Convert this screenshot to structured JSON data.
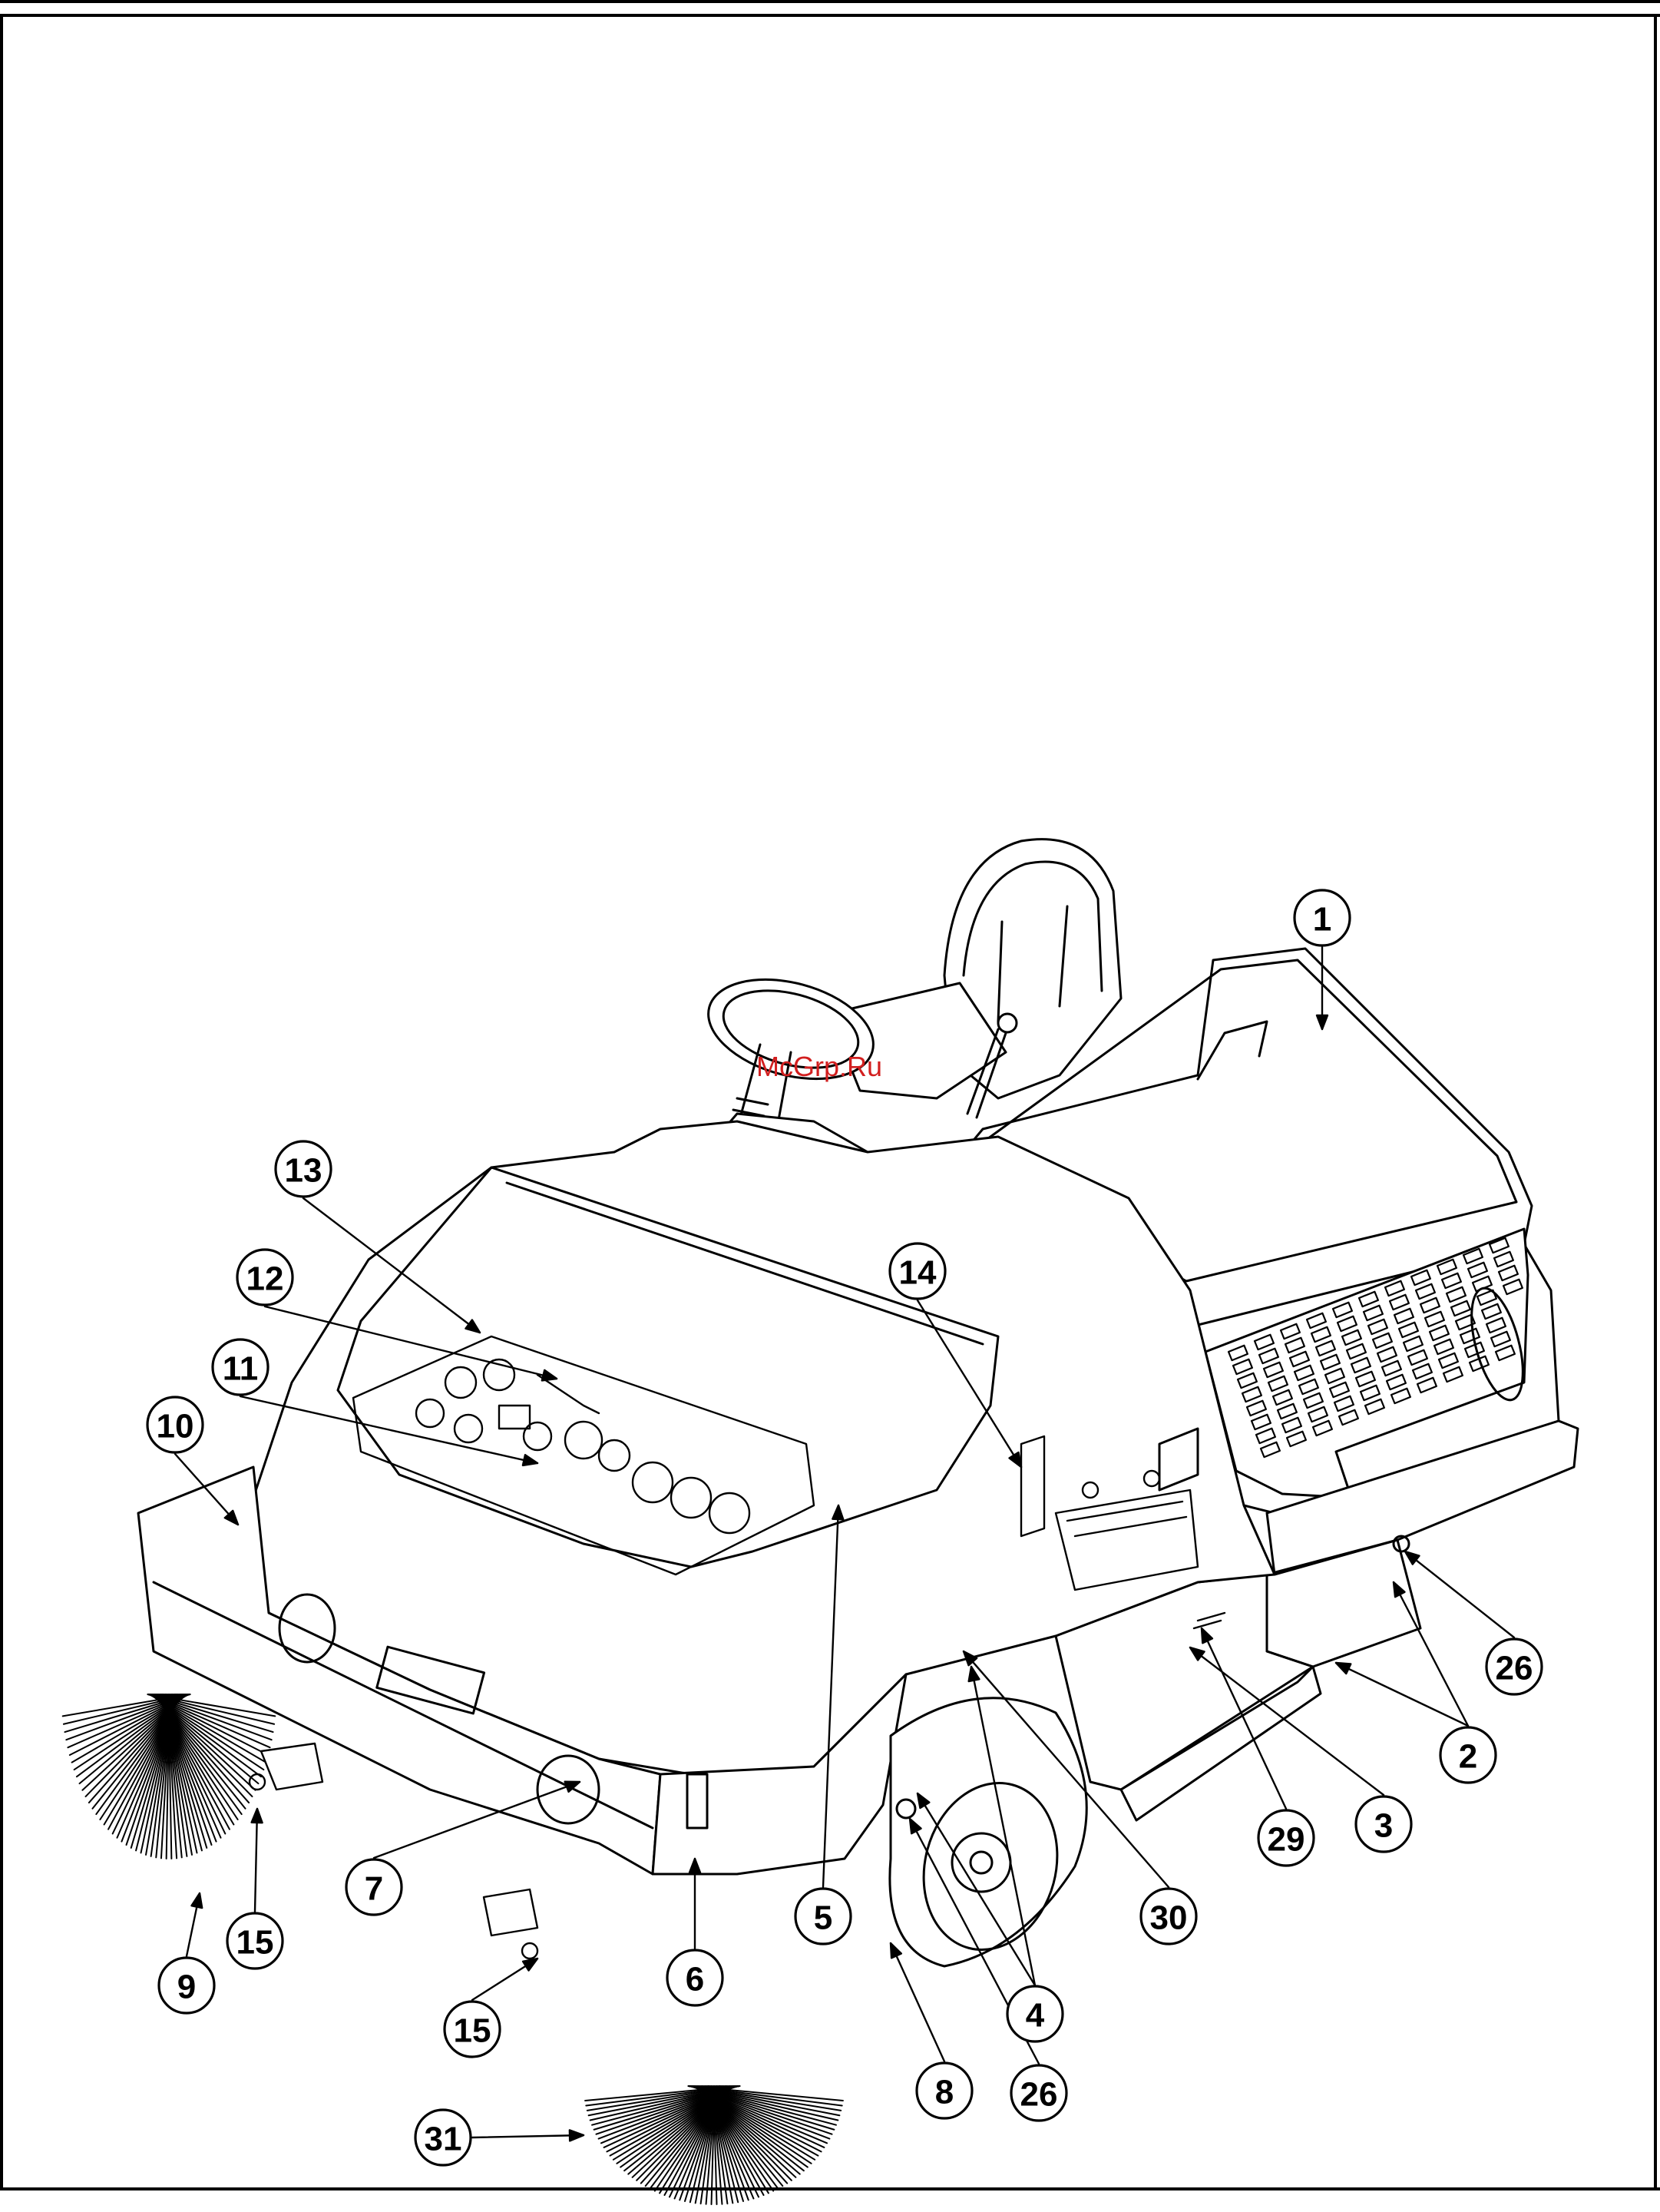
{
  "watermark": "McGrp.Ru",
  "callouts": [
    {
      "id": "c1",
      "label": "1"
    },
    {
      "id": "c2",
      "label": "2"
    },
    {
      "id": "c3",
      "label": "3"
    },
    {
      "id": "c4",
      "label": "4"
    },
    {
      "id": "c5",
      "label": "5"
    },
    {
      "id": "c6",
      "label": "6"
    },
    {
      "id": "c7",
      "label": "7"
    },
    {
      "id": "c8",
      "label": "8"
    },
    {
      "id": "c9",
      "label": "9"
    },
    {
      "id": "c10",
      "label": "10"
    },
    {
      "id": "c11",
      "label": "11"
    },
    {
      "id": "c12",
      "label": "12"
    },
    {
      "id": "c13",
      "label": "13"
    },
    {
      "id": "c14",
      "label": "14"
    },
    {
      "id": "c15a",
      "label": "15"
    },
    {
      "id": "c15b",
      "label": "15"
    },
    {
      "id": "c26a",
      "label": "26"
    },
    {
      "id": "c26b",
      "label": "26"
    },
    {
      "id": "c29",
      "label": "29"
    },
    {
      "id": "c30",
      "label": "30"
    },
    {
      "id": "c31",
      "label": "31"
    }
  ],
  "colors": {
    "line": "#000000",
    "background": "#ffffff",
    "watermark": "#d21f1f"
  }
}
